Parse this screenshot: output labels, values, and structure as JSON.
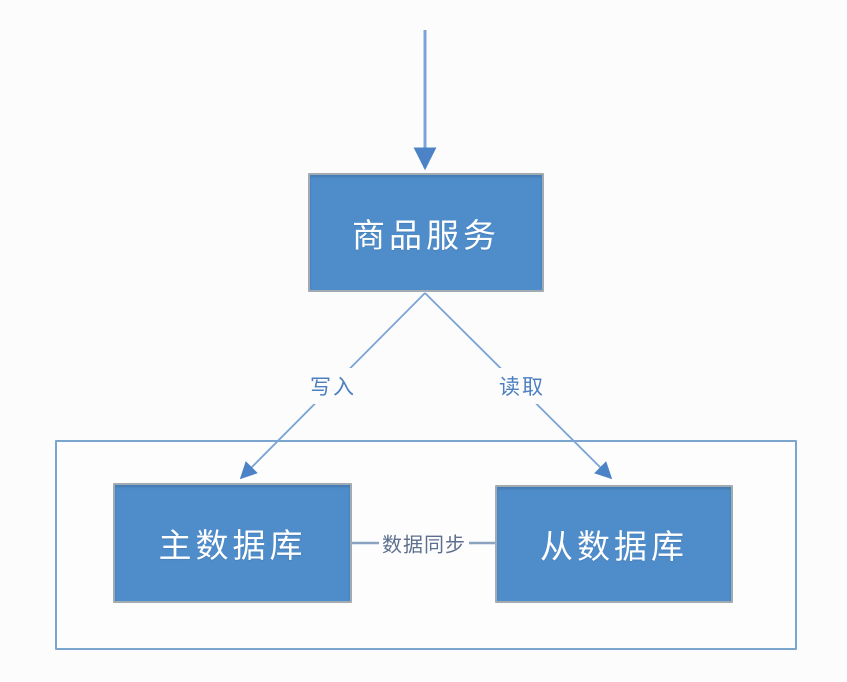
{
  "diagram": {
    "nodes": {
      "product_service": {
        "label": "商品服务"
      },
      "master_db": {
        "label": "主数据库"
      },
      "slave_db": {
        "label": "从数据库"
      }
    },
    "edge_labels": {
      "write": "写入",
      "read": "读取",
      "sync": "数据同步"
    },
    "colors": {
      "background": "#fcfcfd",
      "node_fill": "#4e8cca",
      "node_border": "#a3abb2",
      "node_text": "#ffffff",
      "line": "#7aa3d6",
      "arrowhead": "#4c83c6",
      "edge_label_text": "#4d7fc0",
      "sync_label_text": "#5d6f8e",
      "sync_line": "#8ba3c0",
      "group_border": "#7aa5cf",
      "group_fill": "#fdfdfe"
    }
  }
}
